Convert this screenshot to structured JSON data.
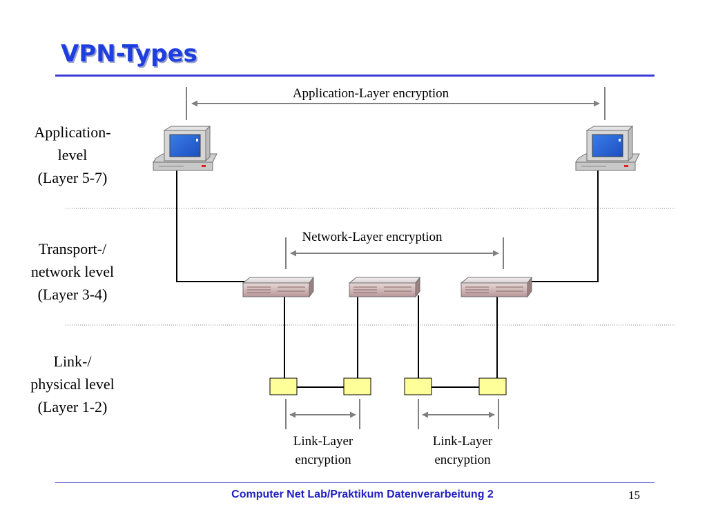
{
  "slide": {
    "title": "VPN-Types",
    "footer": "Computer Net Lab/Praktikum Datenverarbeitung 2",
    "page_number": "15"
  },
  "levels": [
    {
      "lines": [
        "Application-",
        "level",
        "(Layer 5-7)"
      ]
    },
    {
      "lines": [
        "Transport-/",
        "network level",
        "(Layer 3-4)"
      ]
    },
    {
      "lines": [
        "Link-/",
        "physical level",
        "(Layer 1-2)"
      ]
    }
  ],
  "diagram": {
    "application_encryption": "Application-Layer encryption",
    "network_encryption": "Network-Layer encryption",
    "link_encryption_left": [
      "Link-Layer",
      "encryption"
    ],
    "link_encryption_right": [
      "Link-Layer",
      "encryption"
    ]
  },
  "colors": {
    "title": "#1f3ee0",
    "rule": "#3a3ad8",
    "arrow": "#808080",
    "link_box": "#ffff99"
  }
}
